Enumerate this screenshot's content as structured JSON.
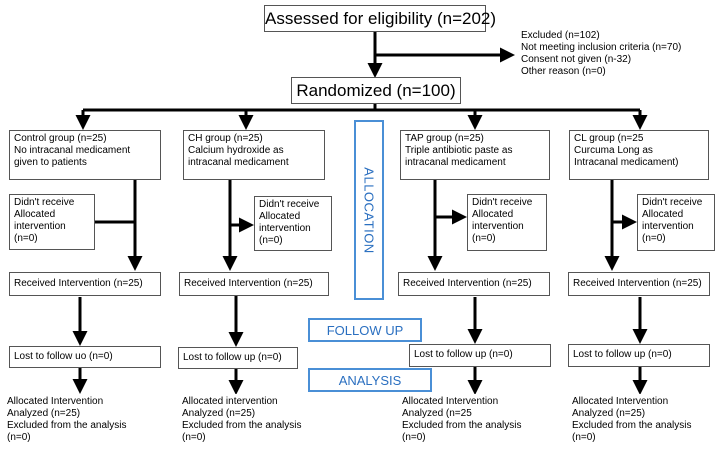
{
  "colors": {
    "phase_border": "#4a8fd6",
    "phase_text": "#2a6fc0",
    "line": "#000000"
  },
  "assessed": "Assessed for eligibility (n=202)",
  "excluded": "Excluded (n=102)\nNot meeting inclusion criteria  (n=70)\nConsent not given  (n-32)\nOther reason (n=0)",
  "randomized": "Randomized (n=100)",
  "phases": {
    "allocation": "ALLOCATION",
    "follow_up": "FOLLOW UP",
    "analysis": "ANALYSIS"
  },
  "groups": [
    {
      "header": "Control group (n=25)\nNo intracanal medicament\ngiven to patients",
      "didnt_receive": "Didn't receive\nAllocated\nintervention\n(n=0)",
      "received": "Received Intervention  (n=25)",
      "lost": "Lost to follow uo (n=0)",
      "analysis": "Allocated Intervention\nAnalyzed (n=25)\nExcluded from the analysis\n(n=0)"
    },
    {
      "header": "CH group (n=25)\nCalcium hydroxide as\nintracanal medicament",
      "didnt_receive": "Didn't receive\nAllocated\nintervention\n(n=0)",
      "received": "Received Intervention  (n=25)",
      "lost": "Lost to follow up (n=0)",
      "analysis": "Allocated intervention\nAnalyzed (n=25)\nExcluded from the analysis\n(n=0)"
    },
    {
      "header": "TAP group (n=25)\nTriple antibiotic paste as\nintracanal medicament",
      "didnt_receive": "Didn't receive\nAllocated\nintervention\n(n=0)",
      "received": "Received Intervention  (n=25)",
      "lost": "Lost to follow up (n=0)",
      "analysis": "Allocated Intervention\nAnalyzed (n=25\nExcluded from the analysis\n(n=0)"
    },
    {
      "header": "CL group (n=25\nCurcuma Long as\nIntracanal medicament)",
      "didnt_receive": "Didn't receive\nAllocated\nintervention\n(n=0)",
      "received": "Received Intervention  (n=25)",
      "lost": "Lost to follow up (n=0)",
      "analysis": "Allocated Intervention\nAnalyzed (n=25)\nExcluded from the analysis\n(n=0)"
    }
  ]
}
